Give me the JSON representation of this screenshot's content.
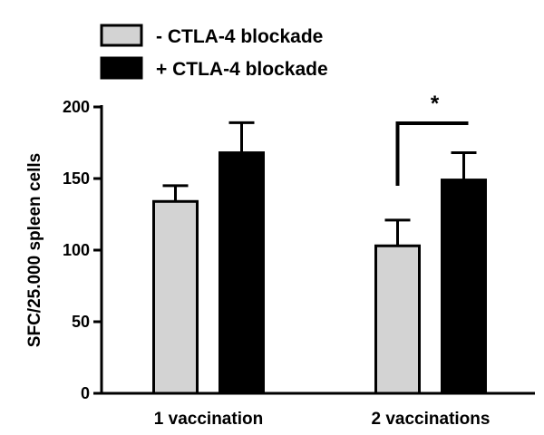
{
  "chart_data": {
    "type": "bar",
    "title": "",
    "xlabel": "",
    "ylabel": "SFC/25.000 spleen cells",
    "ylim": [
      0,
      200
    ],
    "yticks": [
      0,
      50,
      100,
      150,
      200
    ],
    "categories": [
      "1 vaccination",
      "2 vaccinations"
    ],
    "series": [
      {
        "name": "- CTLA-4 blockade",
        "values": [
          134,
          103
        ],
        "errors": [
          11,
          18
        ],
        "color": "#d3d3d3"
      },
      {
        "name": "+ CTLA-4 blockade",
        "values": [
          168,
          149
        ],
        "errors": [
          21,
          19
        ],
        "color": "#000000"
      }
    ],
    "significance": [
      {
        "label": "*",
        "category": "2 vaccinations",
        "between": [
          "- CTLA-4 blockade",
          "+ CTLA-4 blockade"
        ]
      }
    ],
    "legend_position": "top-left",
    "grid": false
  }
}
